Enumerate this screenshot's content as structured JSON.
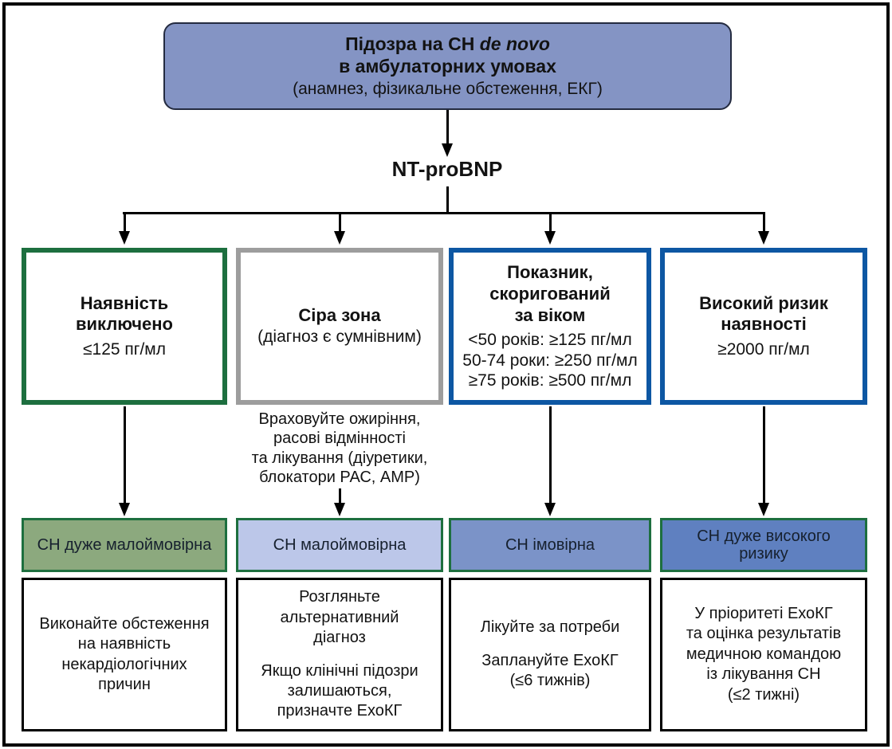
{
  "title_node": {
    "title_prefix": "Підозра на СН ",
    "title_italic": "de novo",
    "title_line2": "в амбулаторних умовах",
    "subtitle": "(анамнез, фізикальне обстеження, ЕКГ)"
  },
  "biomarker_label": "NT-proBNP",
  "gray_zone_note": "Враховуйте ожиріння,\nрасові відмінності\nта лікування (діуретики,\nблокатори РАС, АМР)",
  "colors": {
    "start_fill": "#8494c4",
    "start_border": "#242b40",
    "green_border": "#1d6f3f",
    "gray_border": "#9d9d9d",
    "blue_border": "#0d57a3",
    "arrow": "#000000",
    "frame": "#000000"
  },
  "columns": [
    {
      "category": {
        "title": "Наявність\nвиключено",
        "detail": "≤125 пг/мл",
        "border_color": "#1d6f3f"
      },
      "band": {
        "label": "СН дуже малоймовірна",
        "fill": "#8ca97e",
        "border_color": "#1d6f3f"
      },
      "action": {
        "paragraphs": [
          "Виконайте обстеження\nна наявність\nнекардіологічних\nпричин"
        ]
      }
    },
    {
      "category": {
        "title": "Сіра зона",
        "detail": "(діагноз є сумнівним)",
        "border_color": "#9d9d9d"
      },
      "band": {
        "label": "СН малоймовірна",
        "fill": "#bcc7e9",
        "border_color": "#1d6f3f"
      },
      "action": {
        "paragraphs": [
          "Розгляньте\nальтернативний\nдіагноз",
          "Якщо клінічні підозри\nзалишаються,\nпризначте ЕхоКГ"
        ]
      }
    },
    {
      "category": {
        "title": "Показник,\nскоригований\nза віком",
        "detail": "<50 років: ≥125 пг/мл\n50-74 роки: ≥250 пг/мл\n≥75 років: ≥500 пг/мл",
        "border_color": "#0d57a3"
      },
      "band": {
        "label": "СН імовірна",
        "fill": "#7b93c8",
        "border_color": "#1d6f3f"
      },
      "action": {
        "paragraphs": [
          "Лікуйте за потреби",
          "Заплануйте ЕхоКГ\n(≤6 тижнів)"
        ]
      }
    },
    {
      "category": {
        "title": "Високий ризик\nнаявності",
        "detail": "≥2000 пг/мл",
        "border_color": "#0d57a3"
      },
      "band": {
        "label": "СН дуже високого\nризику",
        "fill": "#5f80c0",
        "border_color": "#1d6f3f"
      },
      "action": {
        "paragraphs": [
          "У пріоритеті ЕхоКГ\nта оцінка результатів\nмедичною командою\nіз лікування СН\n(≤2 тижні)"
        ]
      }
    }
  ]
}
